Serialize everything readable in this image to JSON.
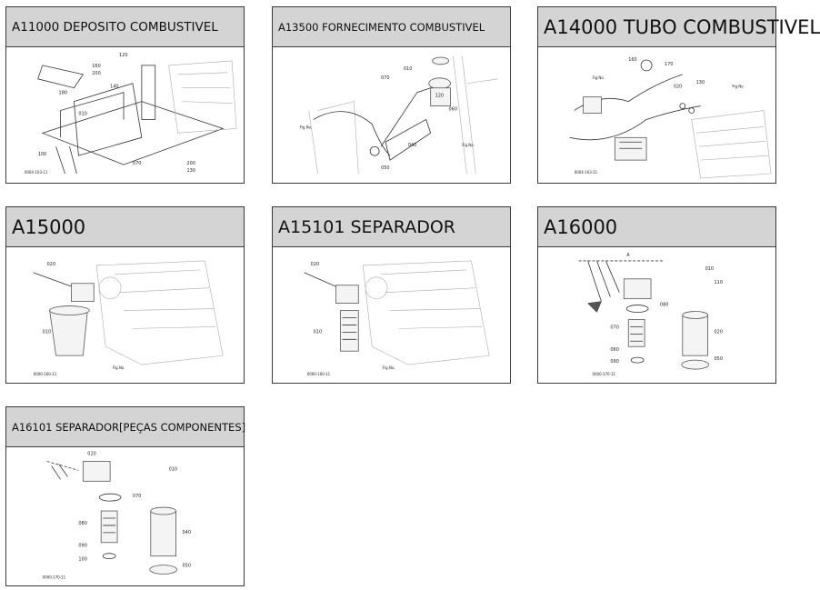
{
  "cards": [
    {
      "title": "A11000 DEPOSITO COMBUSTIVEL"
    },
    {
      "title": "A13500 FORNECIMENTO COMBUSTIVEL"
    },
    {
      "title": "A14000 TUBO COMBUSTIVEL"
    },
    {
      "title": "A15000"
    },
    {
      "title": "A15101 SEPARADOR"
    },
    {
      "title": "A16000"
    },
    {
      "title": "A16101 SEPARADOR[PEÇAS COMPONENTES]"
    }
  ],
  "icon": "exploded-parts-diagram-icon"
}
